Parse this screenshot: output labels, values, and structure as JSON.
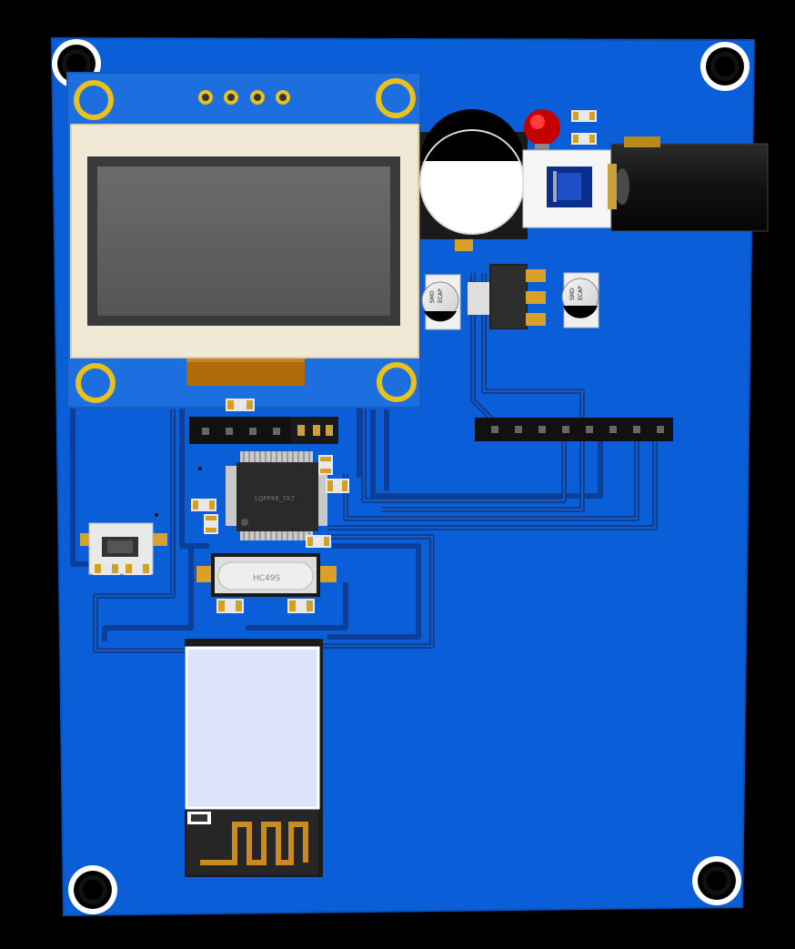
{
  "board": {
    "pcb_color": "#0a5fd8",
    "trace_color": "#0b3f9a",
    "pad_color": "#e8c21a"
  },
  "components": {
    "crystal_label": "HC49S",
    "mcu_label": "LQFP48_7X7",
    "cap_left_label_line1": "SMD",
    "cap_left_label_line2": "ECAP",
    "cap_right_label_line1": "SMD",
    "cap_right_label_line2": "ECAP"
  },
  "icons": {
    "mounting_hole": "mounting-hole-icon",
    "led": "led-icon",
    "antenna": "pcb-antenna-icon"
  }
}
